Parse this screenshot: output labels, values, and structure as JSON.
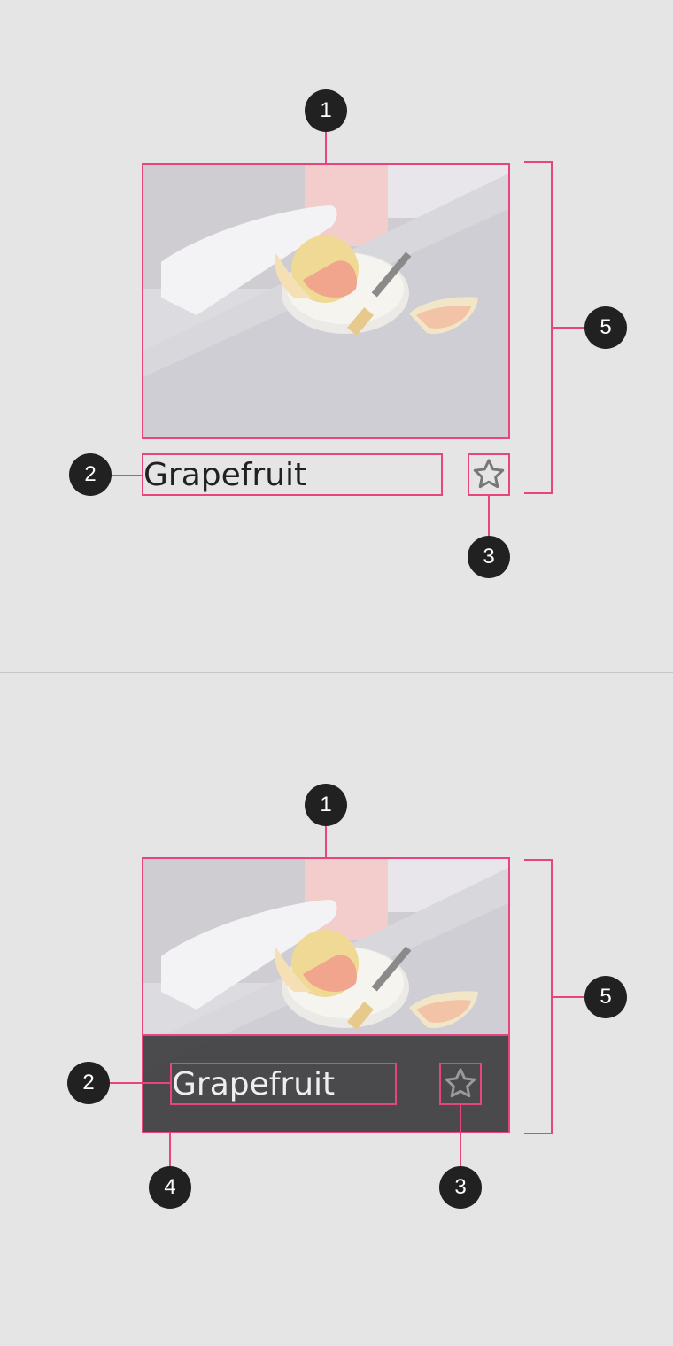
{
  "variants": [
    {
      "title": "Grapefruit",
      "callouts": [
        "1",
        "2",
        "3",
        "5"
      ],
      "colors": {
        "title": "#212121",
        "star": "#777777"
      }
    },
    {
      "title": "Grapefruit",
      "callouts": [
        "1",
        "2",
        "4",
        "3",
        "5"
      ],
      "colors": {
        "title": "#eeeeee",
        "star": "#9a9a9a",
        "scrim": "#434345"
      }
    }
  ],
  "colors": {
    "background": "#e6e5e5",
    "annotation": "#e8457e",
    "callout": "#212121"
  },
  "icons": {
    "favorite": "star-outline-icon"
  }
}
